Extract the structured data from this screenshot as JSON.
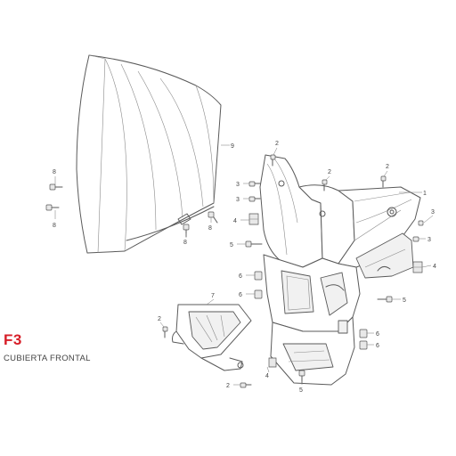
{
  "section": {
    "code": "F3",
    "title": "CUBIERTA FRONTAL"
  },
  "parts": {
    "windshield": "9",
    "front_cover": "1",
    "headlight_trim": "7",
    "screw_a": "2",
    "screw_b": "3",
    "nut_clip": "4",
    "bolt_a": "5",
    "clip_nut": "6",
    "bolt_b": "8"
  },
  "colors": {
    "accent": "#d71e28",
    "line": "#5a5a5a"
  }
}
